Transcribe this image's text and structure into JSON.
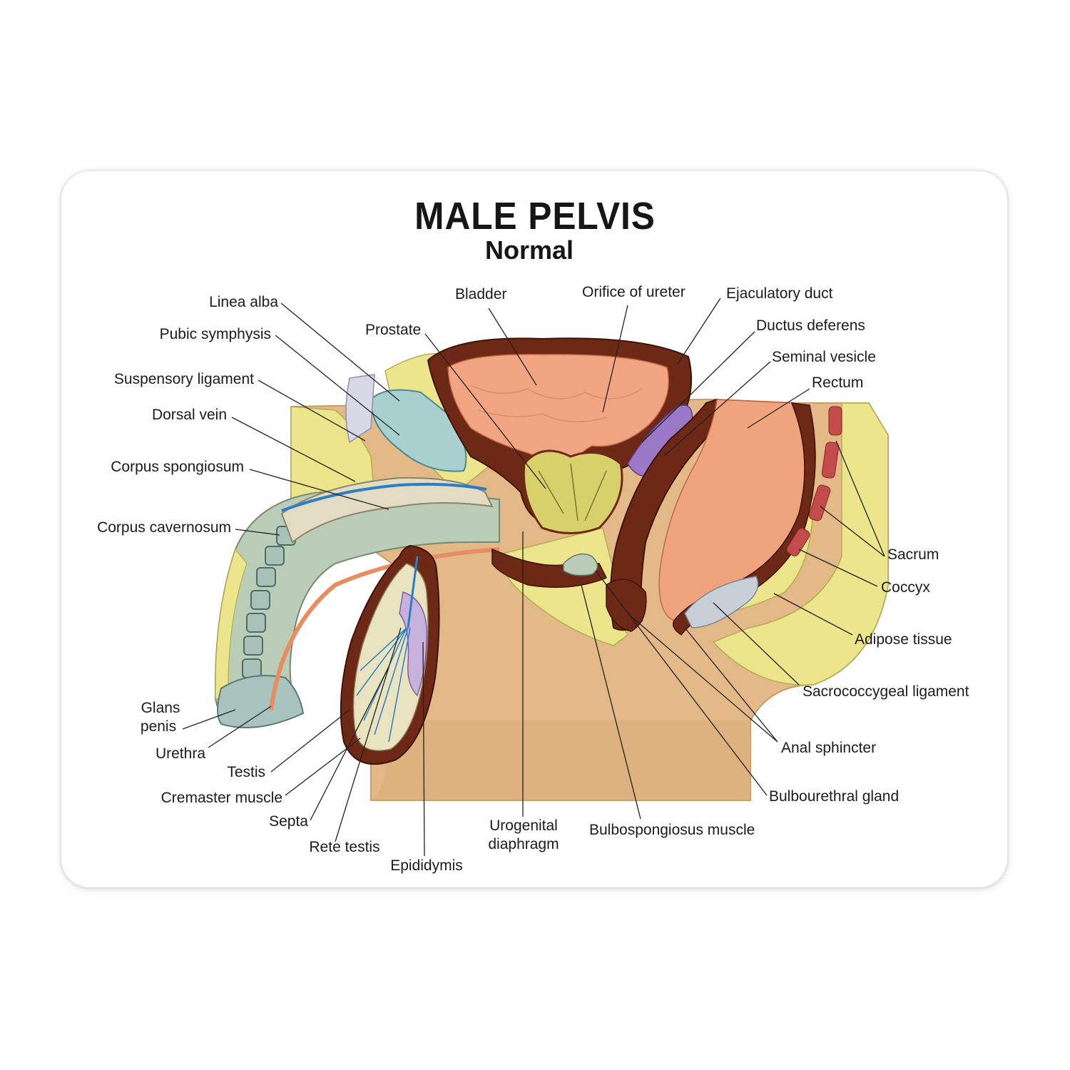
{
  "title": "MALE PELVIS",
  "subtitle": "Normal",
  "labels": {
    "linea_alba": "Linea alba",
    "pubic_symphysis": "Pubic symphysis",
    "suspensory_ligament": "Suspensory ligament",
    "dorsal_vein": "Dorsal vein",
    "corpus_spongiosum": "Corpus spongiosum",
    "corpus_cavernosum": "Corpus cavernosum",
    "glans_penis_line1": "Glans",
    "glans_penis_line2": "penis",
    "urethra": "Urethra",
    "testis": "Testis",
    "cremaster_muscle": "Cremaster muscle",
    "septa": "Septa",
    "rete_testis": "Rete testis",
    "epididymis": "Epididymis",
    "urogenital_line1": "Urogenital",
    "urogenital_line2": "diaphragm",
    "bulbospongiosus_muscle": "Bulbospongiosus muscle",
    "bulbourethral_gland": "Bulbourethral gland",
    "anal_sphincter": "Anal sphincter",
    "sacrococcygeal_ligament": "Sacrococcygeal ligament",
    "adipose_tissue": "Adipose tissue",
    "coccyx": "Coccyx",
    "sacrum": "Sacrum",
    "rectum": "Rectum",
    "seminal_vesicle": "Seminal vesicle",
    "ductus_deferens": "Ductus deferens",
    "ejaculatory_duct": "Ejaculatory duct",
    "orifice_of_ureter": "Orifice of ureter",
    "bladder": "Bladder",
    "prostate": "Prostate"
  }
}
